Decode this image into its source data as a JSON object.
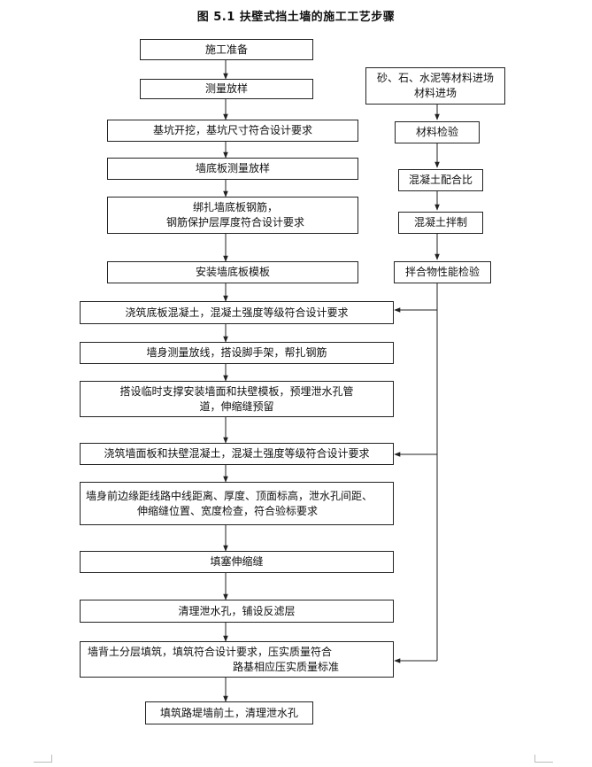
{
  "title": "图 5.1    扶壁式挡土墙的施工工艺步骤",
  "main_steps": [
    "施工准备",
    "测量放样",
    "基坑开挖，基坑尺寸符合设计要求",
    "墙底板测量放样",
    [
      "绑扎墙底板钢筋，",
      "钢筋保护层厚度符合设计要求"
    ],
    "安装墙底板模板",
    "浇筑底板混凝土，混凝土强度等级符合设计要求",
    "墙身测量放线，搭设脚手架，帮扎钢筋",
    [
      "搭设临时支撑安装墙面和扶壁模板，预埋泄水孔管",
      "道，伸缩缝预留"
    ],
    "浇筑墙面板和扶壁混凝土，混凝土强度等级符合设计要求",
    [
      "墙身前边缘距线路中线距离、厚度、顶面标高，泄水孔间距、",
      "伸缩缝位置、宽度检查，符合验标要求"
    ],
    "填塞伸缩缝",
    "清理泄水孔，铺设反滤层",
    [
      "墙背土分层填筑，填筑符合设计要求，压实质量符合",
      "路基相应压实质量标准"
    ],
    "填筑路堤墙前土，清理泄水孔"
  ],
  "side_steps": [
    [
      "砂、石、水泥等材料进场",
      "材料进场"
    ],
    "材料检验",
    "混凝土配合比",
    "混凝土拌制",
    "拌合物性能检验"
  ]
}
